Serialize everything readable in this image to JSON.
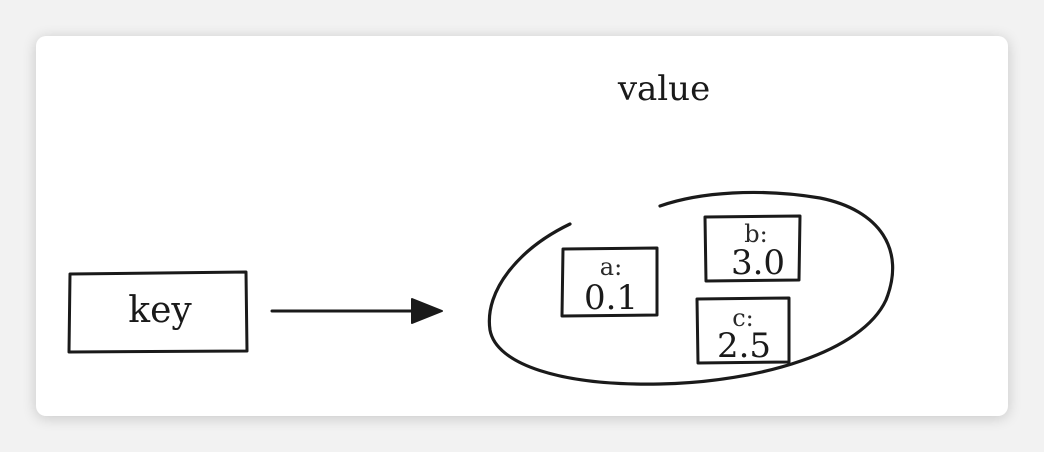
{
  "diagram": {
    "value_label": "value",
    "key_label": "key",
    "fields": [
      {
        "name": "a:",
        "value": "0.1"
      },
      {
        "name": "b:",
        "value": "3.0"
      },
      {
        "name": "c:",
        "value": "2.5"
      }
    ]
  },
  "colors": {
    "ink": "#1a1a1a",
    "background": "#ffffff",
    "frame": "#f2f2f2"
  }
}
